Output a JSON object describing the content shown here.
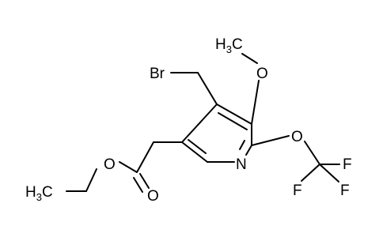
{
  "molecule": {
    "atoms": {
      "br": "Br",
      "ch3_methoxy": "H",
      "ch3_methoxy_sub": "3",
      "ch3_methoxy_c": "C",
      "o_methoxy": "O",
      "o_ocf3": "O",
      "f_1": "F",
      "f_2": "F",
      "f_3": "F",
      "n_ring": "N",
      "o_ester": "O",
      "o_carbonyl": "O",
      "ch3_ethyl": "H",
      "ch3_ethyl_sub": "3",
      "ch3_ethyl_c": "C"
    }
  }
}
